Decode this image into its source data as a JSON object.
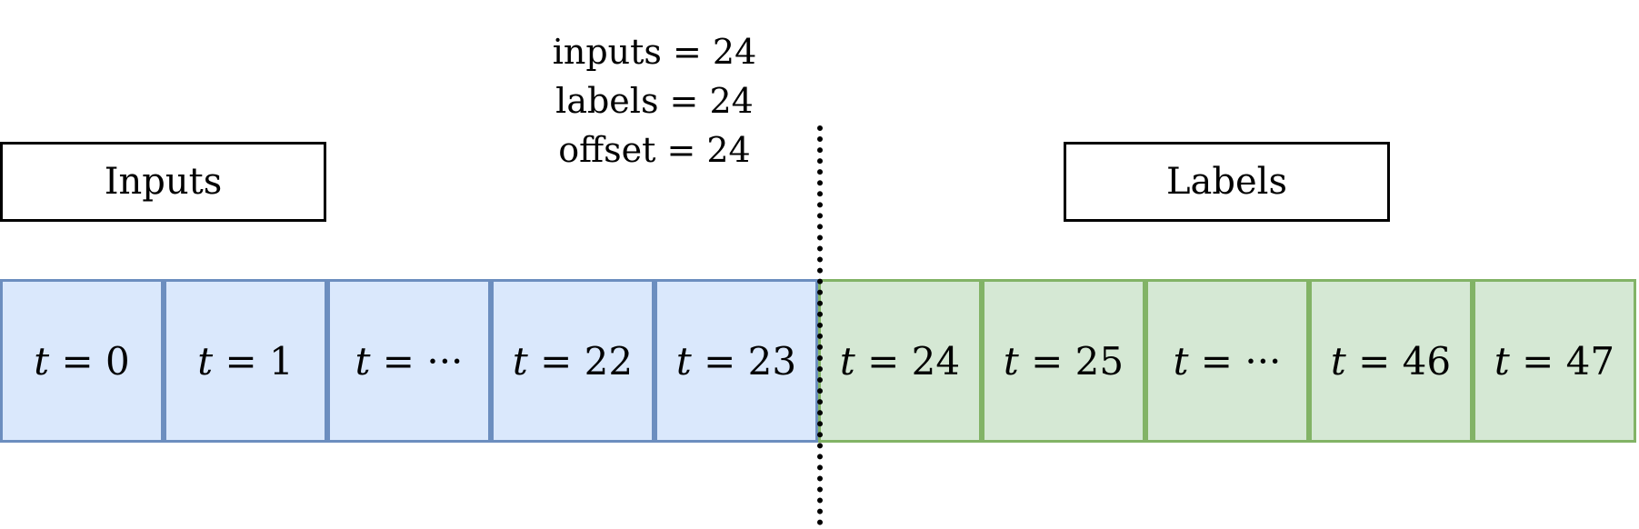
{
  "boxes": {
    "inputs_label": "Inputs",
    "labels_label": "Labels"
  },
  "params": {
    "inputs": "inputs = 24",
    "labels": "labels = 24",
    "offset": "offset = 24"
  },
  "colors": {
    "input_fill": "#dae8fc",
    "input_border": "#6c8ebf",
    "label_fill": "#d5e8d4",
    "label_border": "#82b366"
  },
  "cells": [
    {
      "var": "t",
      "value": "0",
      "group": "input"
    },
    {
      "var": "t",
      "value": "1",
      "group": "input"
    },
    {
      "var": "t",
      "value": "···",
      "group": "input"
    },
    {
      "var": "t",
      "value": "22",
      "group": "input"
    },
    {
      "var": "t",
      "value": "23",
      "group": "input"
    },
    {
      "var": "t",
      "value": "24",
      "group": "label"
    },
    {
      "var": "t",
      "value": "25",
      "group": "label"
    },
    {
      "var": "t",
      "value": "···",
      "group": "label"
    },
    {
      "var": "t",
      "value": "46",
      "group": "label"
    },
    {
      "var": "t",
      "value": "47",
      "group": "label"
    }
  ]
}
